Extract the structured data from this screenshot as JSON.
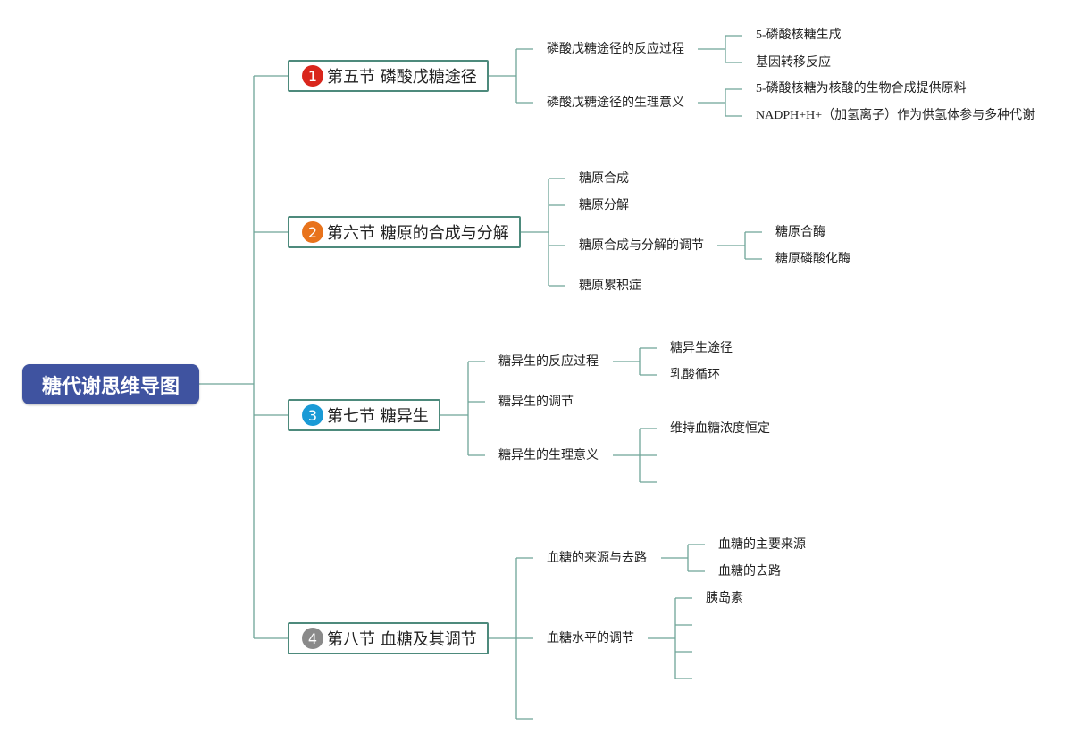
{
  "root": {
    "title": "糖代谢思维导图"
  },
  "colors": {
    "root_bg": "#3f53a0",
    "line": "#4d8a7c",
    "badge1": "#d9261c",
    "badge2": "#e8731c",
    "badge3": "#1a9ad6",
    "badge4": "#8a8a8a"
  },
  "sections": [
    {
      "num": "1",
      "title": "第五节 磷酸戊糖途径",
      "children": [
        {
          "label": "磷酸戊糖途径的反应过程",
          "children": [
            "5-磷酸核糖生成",
            "基因转移反应"
          ]
        },
        {
          "label": "磷酸戊糖途径的生理意义",
          "children": [
            "5-磷酸核糖为核酸的生物合成提供原料",
            "NADPH+H+（加氢离子）作为供氢体参与多种代谢"
          ]
        }
      ]
    },
    {
      "num": "2",
      "title": "第六节 糖原的合成与分解",
      "children": [
        {
          "label": "糖原合成",
          "children": []
        },
        {
          "label": "糖原分解",
          "children": []
        },
        {
          "label": "糖原合成与分解的调节",
          "children": [
            "糖原合酶",
            "糖原磷酸化酶"
          ]
        },
        {
          "label": "糖原累积症",
          "children": []
        }
      ]
    },
    {
      "num": "3",
      "title": "第七节 糖异生",
      "children": [
        {
          "label": "糖异生的反应过程",
          "children": [
            "糖异生途径",
            "乳酸循环"
          ]
        },
        {
          "label": "糖异生的调节",
          "children": []
        },
        {
          "label": "糖异生的生理意义",
          "children": [
            "维持血糖浓度恒定",
            "",
            ""
          ]
        }
      ]
    },
    {
      "num": "4",
      "title": "第八节 血糖及其调节",
      "children": [
        {
          "label": "血糖的来源与去路",
          "children": [
            "血糖的主要来源",
            "血糖的去路"
          ]
        },
        {
          "label": "血糖水平的调节",
          "children": [
            "胰岛素",
            "",
            "",
            ""
          ]
        },
        {
          "label": "",
          "children": []
        }
      ]
    }
  ]
}
